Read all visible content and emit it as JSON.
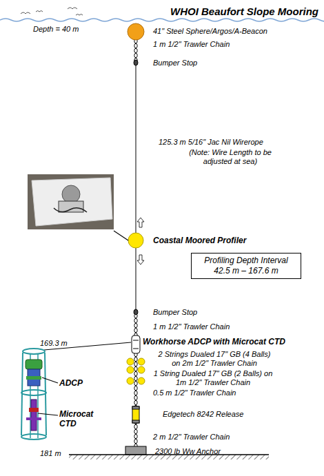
{
  "diagram": {
    "title": "WHOI Beaufort Slope Mooring",
    "nodes": [
      {
        "text": [
          "Profiling Depth Interval 42.5 m – 167.6 m"
        ]
      }
    ],
    "labels": [
      "Depth = 40 m",
      "41\" Steel Sphere/Argos/A-Beacon",
      "1 m 1/2\" Trawler Chain",
      "Bumper Stop",
      "125.3 m 5/16\" Jac Nil Wirerope",
      "(Note: Wire Length to be adjusted at sea)",
      "Coastal Moored Profiler",
      "Bumper Stop",
      "1 m 1/2\" Trawler Chain",
      "169.3 m",
      "Workhorse ADCP with Microcat CTD",
      "2 Strings Dualed 17\" GB (4 Balls) on 2m 1/2\" Trawler Chain",
      "1 String Dualed 17\" GB (2 Balls) on 1m 1/2\" Trawler Chain",
      "0.5 m 1/2\" Trawler Chain",
      "Edgetech 8242 Release",
      "2 m 1/2\" Trawler Chain",
      "2300 lb Ww Anchor",
      "ADCP",
      "Microcat CTD",
      "181 m"
    ]
  }
}
